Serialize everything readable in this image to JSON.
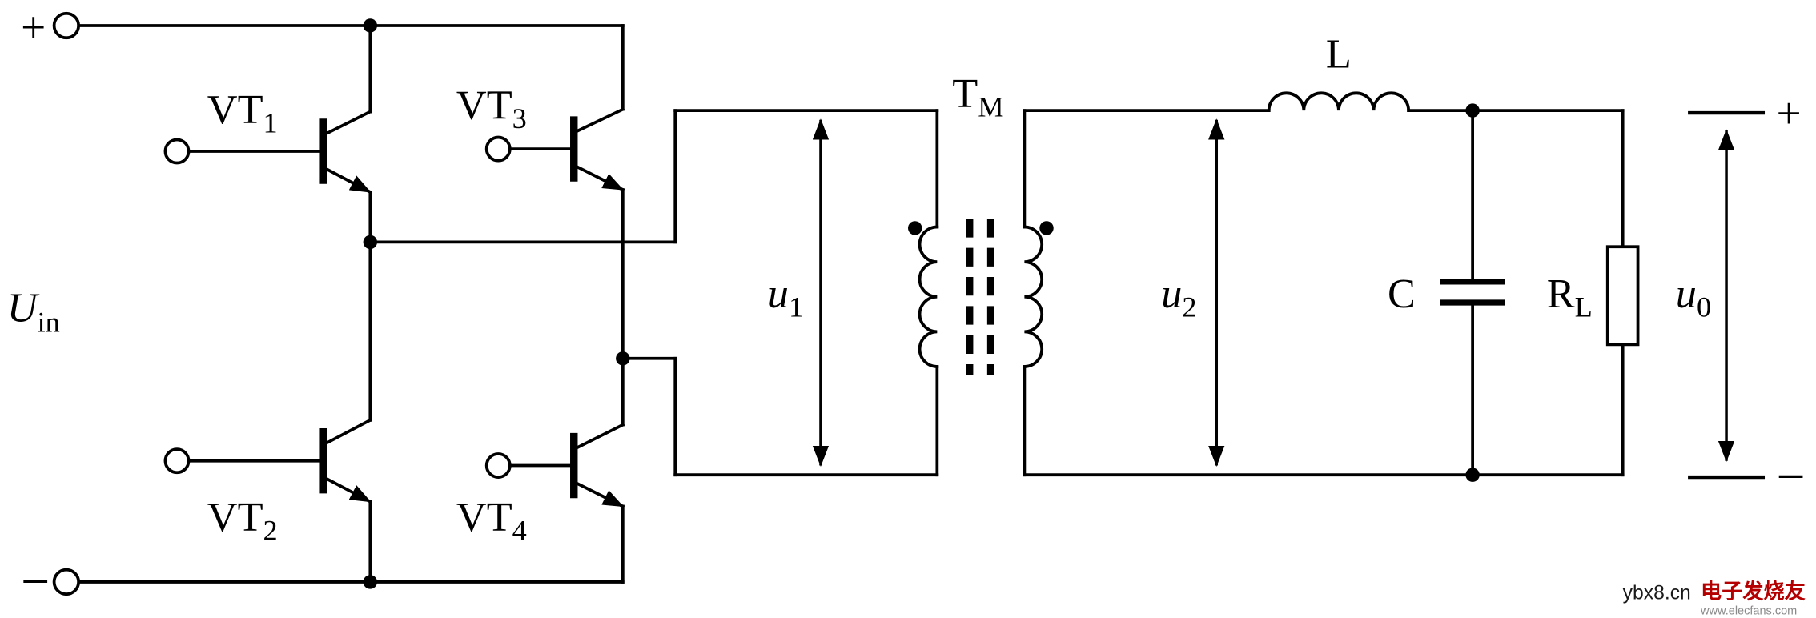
{
  "labels": {
    "input_plus": "+",
    "input_minus": "−",
    "u_in": {
      "main": "U",
      "sub": "in"
    },
    "vt1": {
      "main": "VT",
      "sub": "1"
    },
    "vt2": {
      "main": "VT",
      "sub": "2"
    },
    "vt3": {
      "main": "VT",
      "sub": "3"
    },
    "vt4": {
      "main": "VT",
      "sub": "4"
    },
    "u1": {
      "main": "u",
      "sub": "1"
    },
    "transformer": {
      "main": "T",
      "sub": "M"
    },
    "u2": {
      "main": "u",
      "sub": "2"
    },
    "inductor": "L",
    "capacitor": "C",
    "load": {
      "main": "R",
      "sub": "L"
    },
    "u0": {
      "main": "u",
      "sub": "0"
    },
    "output_plus": "+",
    "output_minus": "−"
  },
  "watermark": {
    "site": "ybx8.cn",
    "logo_text": "电子发烧友",
    "logo_url": "www.elecfans.com"
  },
  "colors": {
    "line": "#000000",
    "background": "#ffffff",
    "watermark_red": "#b40000"
  }
}
